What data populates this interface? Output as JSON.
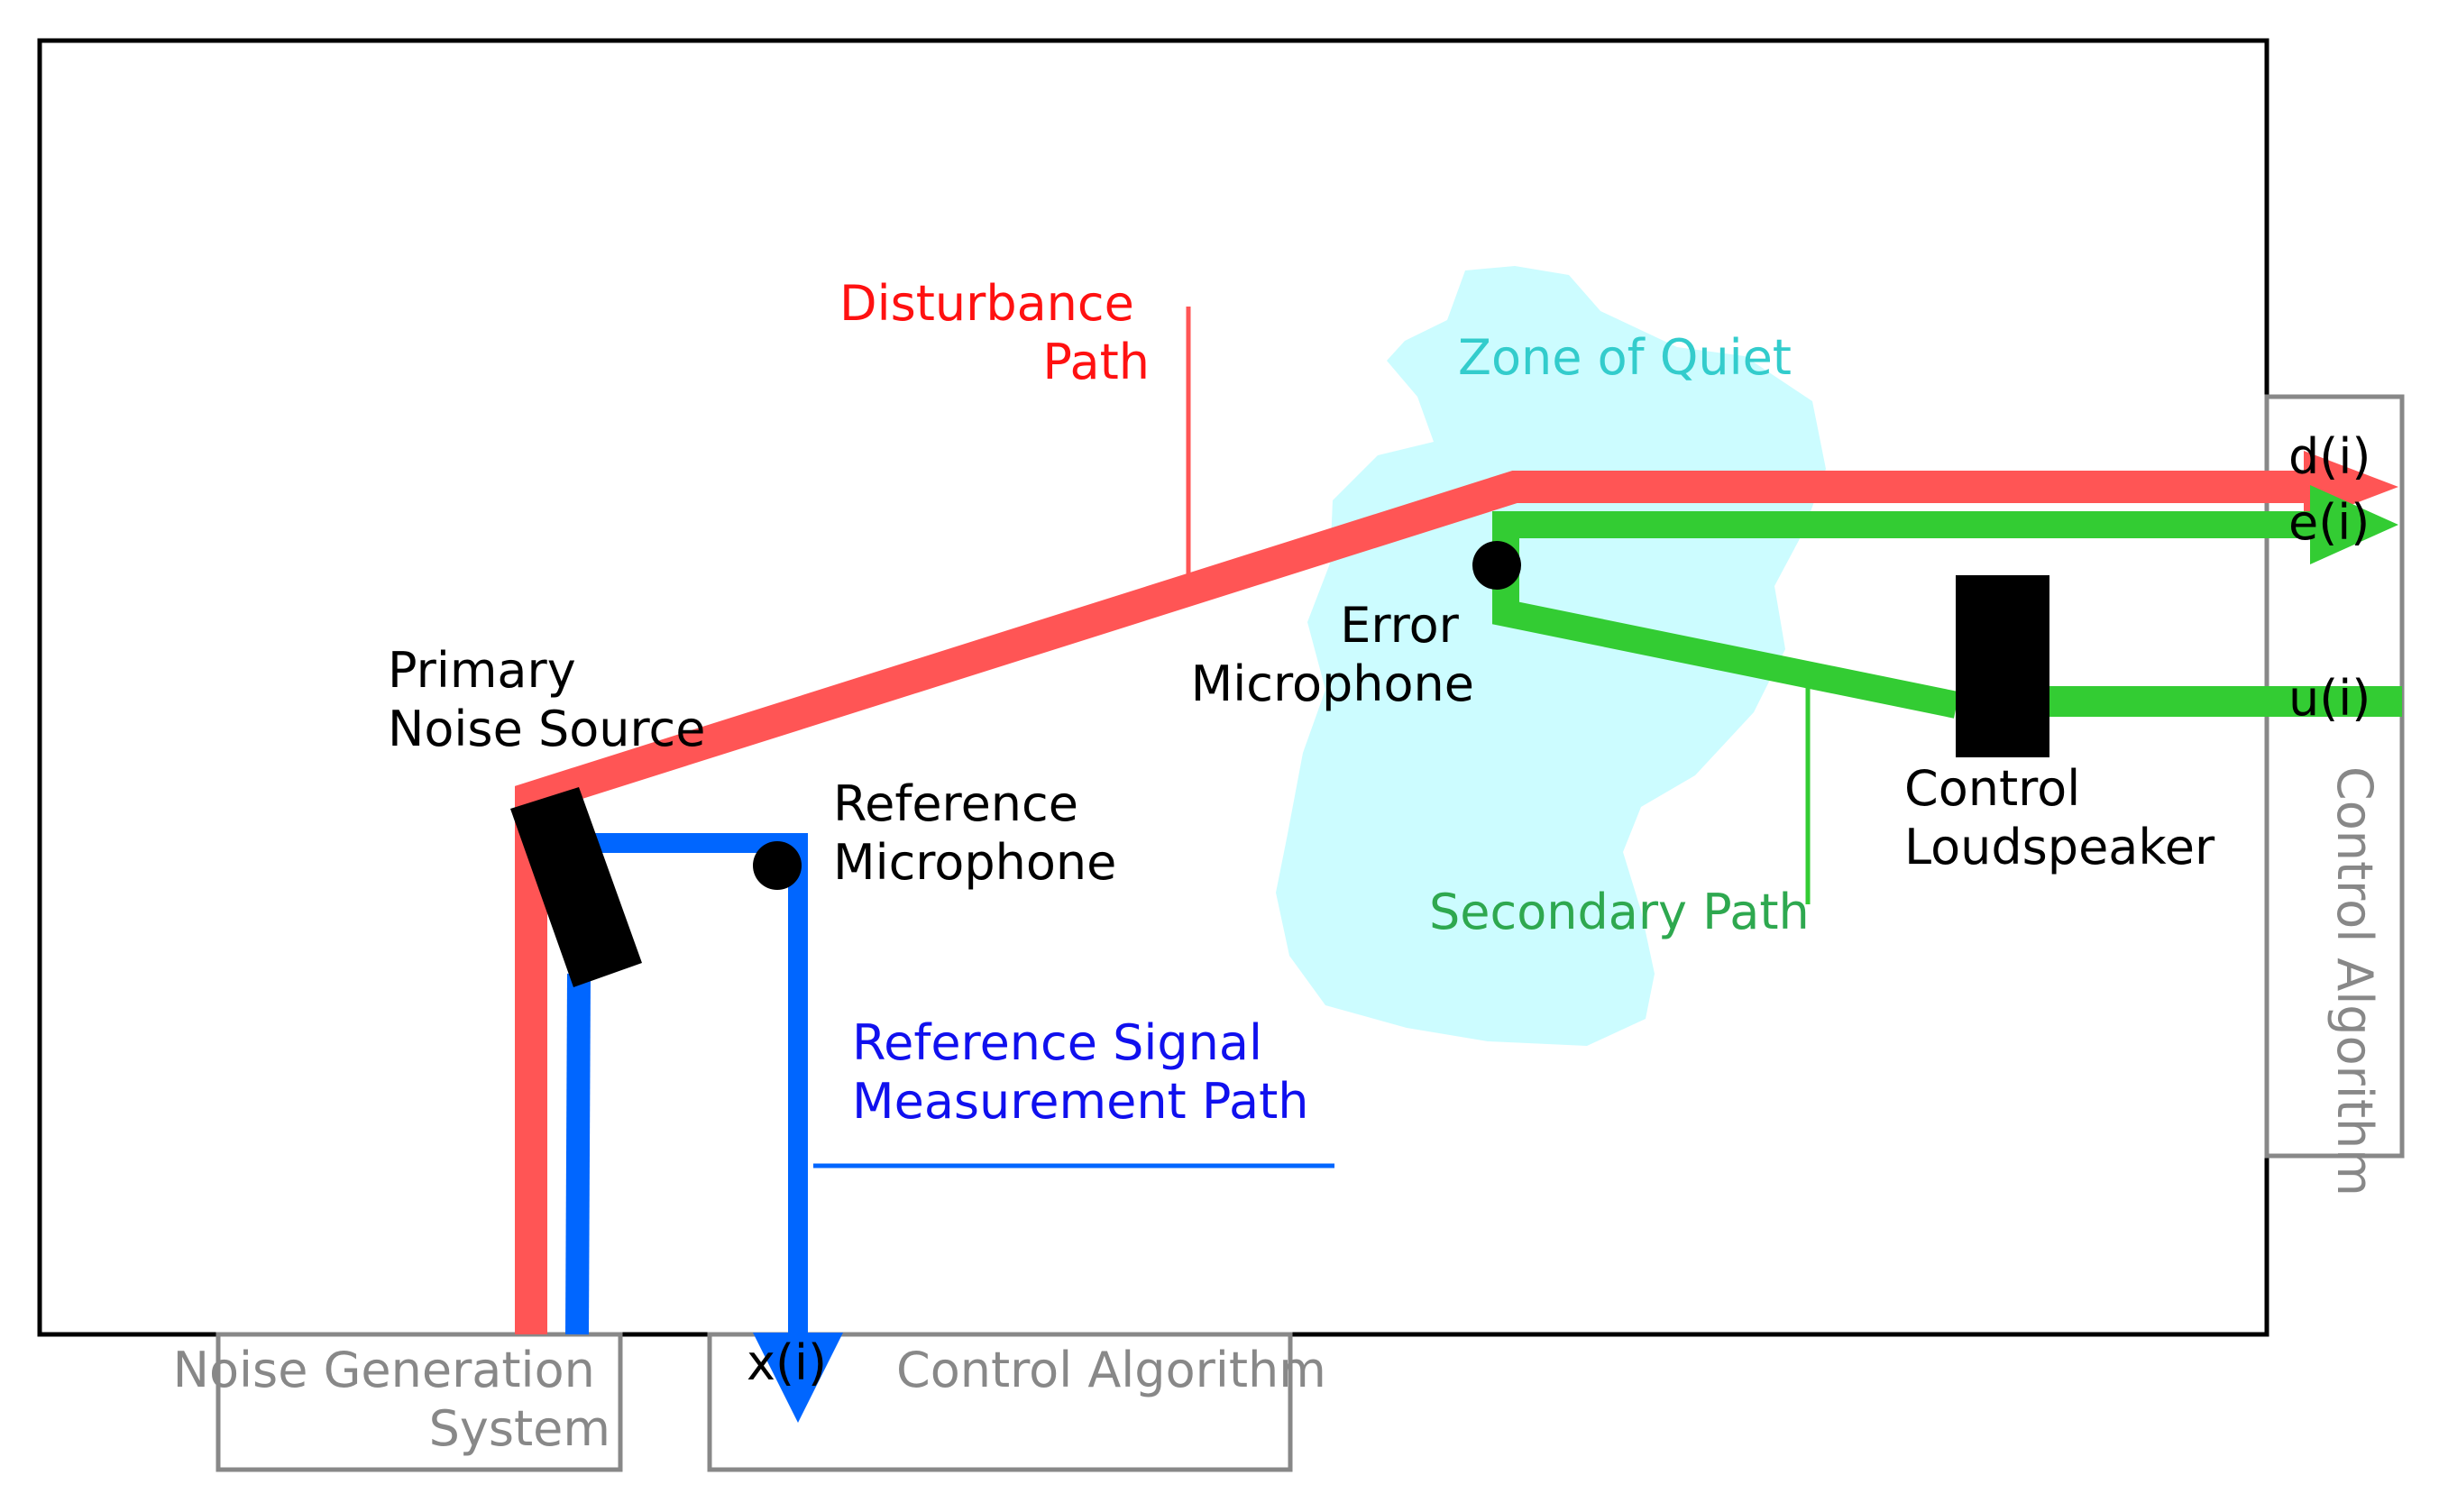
{
  "labels": {
    "disturbance_path": [
      "Disturbance",
      "Path"
    ],
    "zone_of_quiet": "Zone of Quiet",
    "primary_noise_source": [
      "Primary",
      "Noise Source"
    ],
    "reference_microphone": [
      "Reference",
      "Microphone"
    ],
    "error_microphone": [
      "Error",
      "Microphone"
    ],
    "control_loudspeaker": [
      "Control",
      "Loudspeaker"
    ],
    "secondary_path": "Secondary Path",
    "reference_signal_path": [
      "Reference Signal",
      "Measurement Path"
    ]
  },
  "signals": {
    "d": "d(i)",
    "e": "e(i)",
    "u": "u(i)",
    "x": "x(i)"
  },
  "boxes": {
    "noise_generation": [
      "Noise Generation",
      "System"
    ],
    "control_algorithm_bottom": "Control Algorithm",
    "control_algorithm_right": "Control Algorithm"
  },
  "colors": {
    "disturbance": "#ff5555",
    "disturbance_label": "#ff1111",
    "secondary": "#33cc33",
    "secondary_label": "#2ea84f",
    "reference": "#0066ff",
    "reference_label": "#1010ee",
    "zone_fill": "#ccfcff",
    "zone_label": "#33cccc",
    "box_gray": "#888888",
    "black": "#000000"
  }
}
